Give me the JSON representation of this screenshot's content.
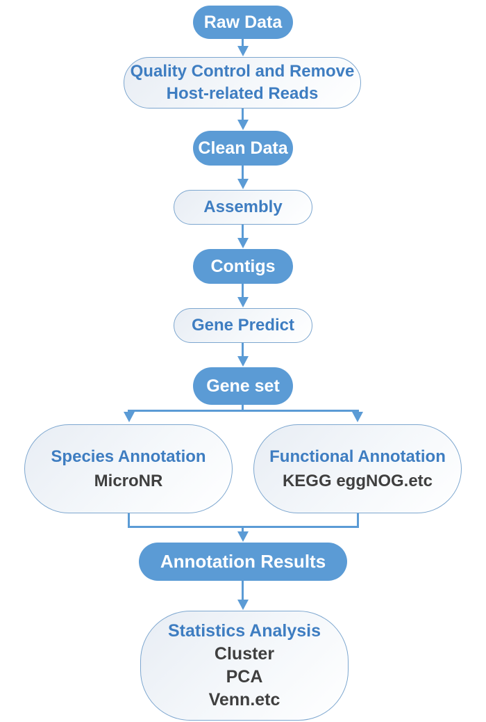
{
  "colors": {
    "accent": "#5b9bd5",
    "heading_text": "#3e7dc1",
    "dark_text": "#3f3f3f",
    "outline_border": "#7ca6cf",
    "solid_node_text": "#ffffff"
  },
  "nodes": {
    "raw_data": {
      "label": "Raw Data"
    },
    "quality_control": {
      "line1": "Quality Control and Remove",
      "line2": "Host-related Reads"
    },
    "clean_data": {
      "label": "Clean Data"
    },
    "assembly": {
      "label": "Assembly"
    },
    "contigs": {
      "label": "Contigs"
    },
    "gene_predict": {
      "label": "Gene Predict"
    },
    "gene_set": {
      "label": "Gene set"
    },
    "species_annotation": {
      "title": "Species Annotation",
      "subtitle": "MicroNR"
    },
    "functional_annotation": {
      "title": "Functional Annotation",
      "subtitle": "KEGG eggNOG.etc"
    },
    "annotation_results": {
      "label": "Annotation Results"
    },
    "statistics_analysis": {
      "title": "Statistics Analysis",
      "items": [
        "Cluster",
        "PCA",
        "Venn.etc"
      ]
    }
  }
}
